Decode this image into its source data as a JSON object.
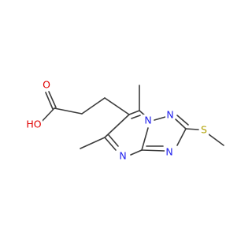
{
  "molecule": {
    "atoms": {
      "oxygen_carbonyl": "O",
      "hydroxyl": "HO",
      "nitrogen_bridge": "N",
      "nitrogen_triazole_top": "N",
      "nitrogen_triazole_bottom": "N",
      "nitrogen_pyrimidine": "N",
      "sulfur": "S"
    }
  },
  "colors": {
    "bond": "#3c3c3c",
    "oxygen": "#e00000",
    "nitrogen": "#2222ee",
    "sulfur": "#b0a000",
    "background": "#ffffff"
  }
}
